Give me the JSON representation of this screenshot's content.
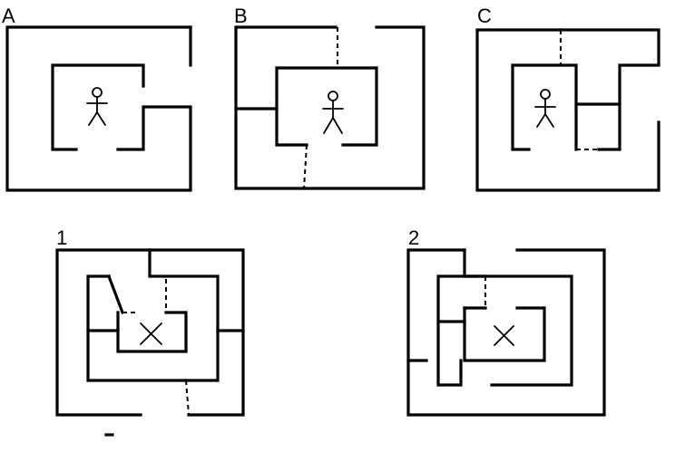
{
  "panels": [
    {
      "id": "A",
      "label": "A"
    },
    {
      "id": "B",
      "label": "B"
    },
    {
      "id": "C",
      "label": "C"
    },
    {
      "id": "1",
      "label": "1"
    },
    {
      "id": "2",
      "label": "2"
    }
  ],
  "colors": {
    "ink": "#000000",
    "background": "#ffffff"
  },
  "icons": {
    "person": "stick-figure-icon",
    "target": "x-mark-icon"
  }
}
